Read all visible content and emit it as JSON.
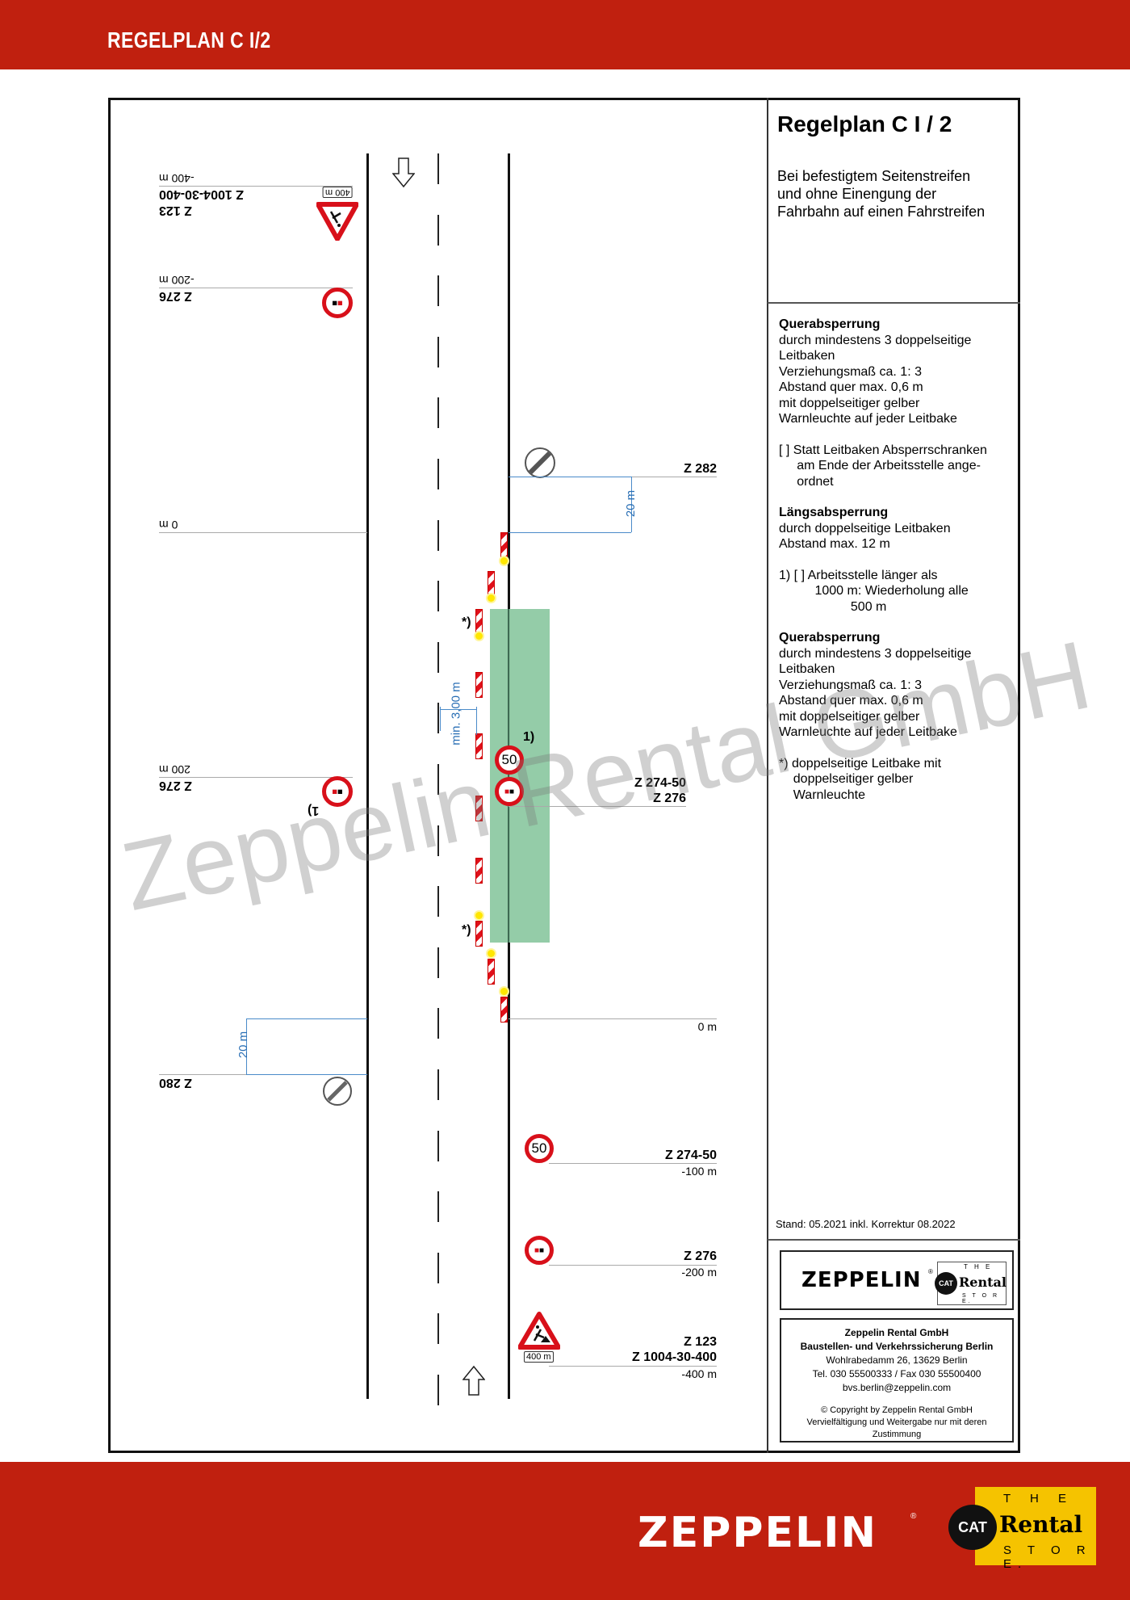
{
  "header": {
    "title": "REGELPLAN C I/2",
    "color": "#c0200f"
  },
  "panel": {
    "title": "Regelplan C I / 2",
    "subtitle_lines": [
      "Bei befestigtem Seitenstreifen",
      "und ohne Einengung der",
      "Fahrbahn auf einen Fahrstreifen"
    ],
    "sections": [
      {
        "heading": "Querabsperrung",
        "lines": [
          "durch mindestens 3 doppelseitige",
          "Leitbaken",
          "Verziehungsmaß ca. 1: 3",
          "Abstand quer max. 0,6 m",
          "mit doppelseitiger gelber",
          "Warnleuchte auf jeder Leitbake"
        ]
      },
      {
        "heading": "",
        "lines": [
          "[ ] Statt Leitbaken Absperrschranken",
          "     am Ende der Arbeitsstelle ange-",
          "     ordnet"
        ]
      },
      {
        "heading": "Längsabsperrung",
        "lines": [
          "durch doppelseitige Leitbaken",
          "Abstand max. 12 m"
        ]
      },
      {
        "heading": "",
        "lines": [
          "1) [ ] Arbeitsstelle länger als",
          "          1000 m: Wiederholung alle",
          "                    500 m"
        ]
      },
      {
        "heading": "Querabsperrung",
        "lines": [
          "durch mindestens 3 doppelseitige",
          "Leitbaken",
          "Verziehungsmaß ca. 1: 3",
          "Abstand quer max. 0,6 m",
          "mit doppelseitiger gelber",
          "Warnleuchte auf jeder Leitbake"
        ]
      },
      {
        "heading": "",
        "lines": [
          "*) doppelseitige Leitbake mit",
          "    doppelseitiger gelber",
          "    Warnleuchte"
        ]
      }
    ],
    "stand": "Stand: 05.2021 inkl. Korrektur 08.2022",
    "logo_box": {
      "brand": "ZEPPELIN",
      "reg": "®",
      "cat": "CAT",
      "the": "T H E",
      "rental": "Rental",
      "store": "S T O R E."
    },
    "contact": {
      "company": "Zeppelin Rental GmbH",
      "division": "Baustellen- und Verkehrssicherung Berlin",
      "address": "Wohlrabedamm 26, 13629 Berlin",
      "phone": "Tel. 030 55500333 / Fax 030 55500400",
      "email": "bvs.berlin@zeppelin.com",
      "copyright": "© Copyright by Zeppelin Rental GmbH",
      "notice": "Vervielfältigung und Weitergabe nur mit deren Zustimmung"
    }
  },
  "drawing": {
    "left_side_flipped": [
      {
        "sign": "Z 123",
        "sign2": "Z 1004-30-400",
        "dist": "-400 m",
        "plate": "400 m"
      },
      {
        "sign": "Z 276",
        "dist": "-200 m"
      },
      {
        "dist": "0 m"
      },
      {
        "sign": "Z 276",
        "dist": "200 m",
        "note": "1)"
      },
      {
        "sign": "Z 280",
        "dim": "20 m"
      }
    ],
    "right_side": [
      {
        "sign": "Z 282",
        "dim": "20 m"
      },
      {
        "sign": "Z 274-50",
        "sign2": "Z 276",
        "note": "1)",
        "speed": "50"
      },
      {
        "dist": "0 m"
      },
      {
        "sign": "Z 274-50",
        "dist": "-100 m",
        "speed": "50"
      },
      {
        "sign": "Z 276",
        "dist": "-200 m"
      },
      {
        "sign": "Z 123",
        "sign2": "Z 1004-30-400",
        "dist": "-400 m",
        "plate": "400 m"
      }
    ],
    "lane_width_dim": "min. 3,00 m",
    "asterisk_note": "*)",
    "work_area_color": "#8ec9a3",
    "watermark": "Zeppelin Rental GmbH"
  },
  "footer": {
    "brand": "ZEPPELIN",
    "reg": "®",
    "cat": "CAT",
    "the": "T H E",
    "rental": "Rental",
    "store": "S T O R E.",
    "accent": "#f5c300"
  }
}
